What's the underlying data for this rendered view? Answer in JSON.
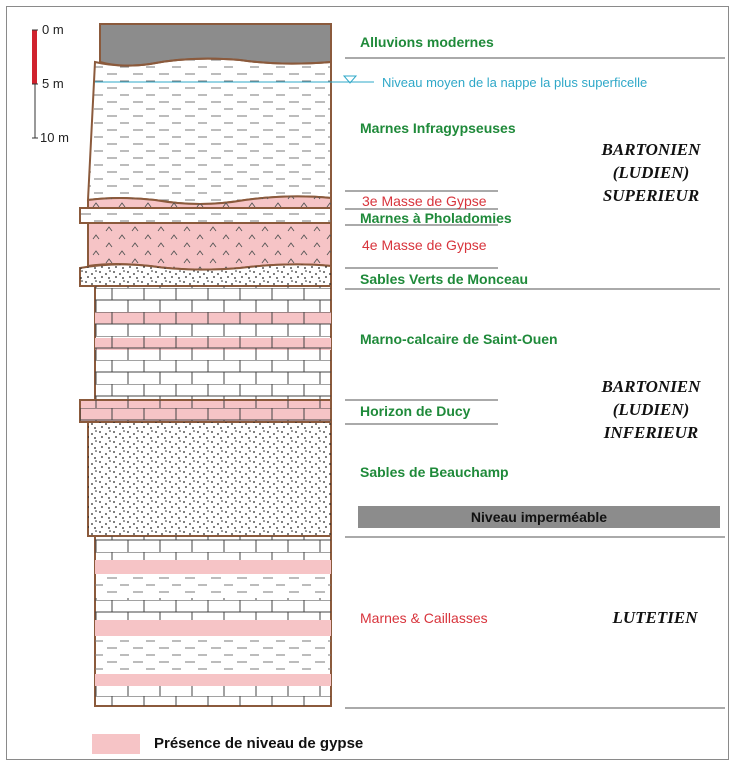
{
  "scale": {
    "ticks": [
      "0 m",
      "5 m",
      "10 m"
    ],
    "bar_color": "#d0222e"
  },
  "water_table": {
    "label": "Niveau moyen de la nappe la plus superficelle",
    "color": "#2fa8c8"
  },
  "layers": [
    {
      "id": "alluvions",
      "label": "Alluvions modernes",
      "label_color": "green"
    },
    {
      "id": "infragypseuses",
      "label": "Marnes Infragypseuses",
      "label_color": "green"
    },
    {
      "id": "gypse3",
      "label": "3e Masse de Gypse",
      "label_color": "red"
    },
    {
      "id": "pholadomies",
      "label": "Marnes à Pholadomies",
      "label_color": "green"
    },
    {
      "id": "gypse4",
      "label": "4e Masse de Gypse",
      "label_color": "red"
    },
    {
      "id": "monceau",
      "label": "Sables Verts de Monceau",
      "label_color": "green"
    },
    {
      "id": "saint_ouen",
      "label": "Marno-calcaire de Saint-Ouen",
      "label_color": "green"
    },
    {
      "id": "ducy",
      "label": "Horizon de Ducy",
      "label_color": "green"
    },
    {
      "id": "beauchamp",
      "label": "Sables de Beauchamp",
      "label_color": "green"
    },
    {
      "id": "caillasses",
      "label": "Marnes & Caillasses",
      "label_color": "red"
    }
  ],
  "impermeable": {
    "label": "Niveau imperméable"
  },
  "stages": [
    {
      "lines": [
        "BARTONIEN",
        "(LUDIEN)",
        "SUPERIEUR"
      ]
    },
    {
      "lines": [
        "BARTONIEN",
        "(LUDIEN)",
        "INFERIEUR"
      ]
    },
    {
      "lines": [
        "LUTETIEN"
      ]
    }
  ],
  "legend": {
    "label": "Présence de niveau de gypse",
    "swatch_color": "#f6c4c6"
  },
  "colors": {
    "outline": "#8b5a3c",
    "gypsum_pink": "#f6c4c6",
    "marl_dash": "#7a7a7a",
    "alluvium_grey": "#8c8c8c",
    "label_green": "#1f8a3a",
    "label_red": "#d8343c"
  }
}
